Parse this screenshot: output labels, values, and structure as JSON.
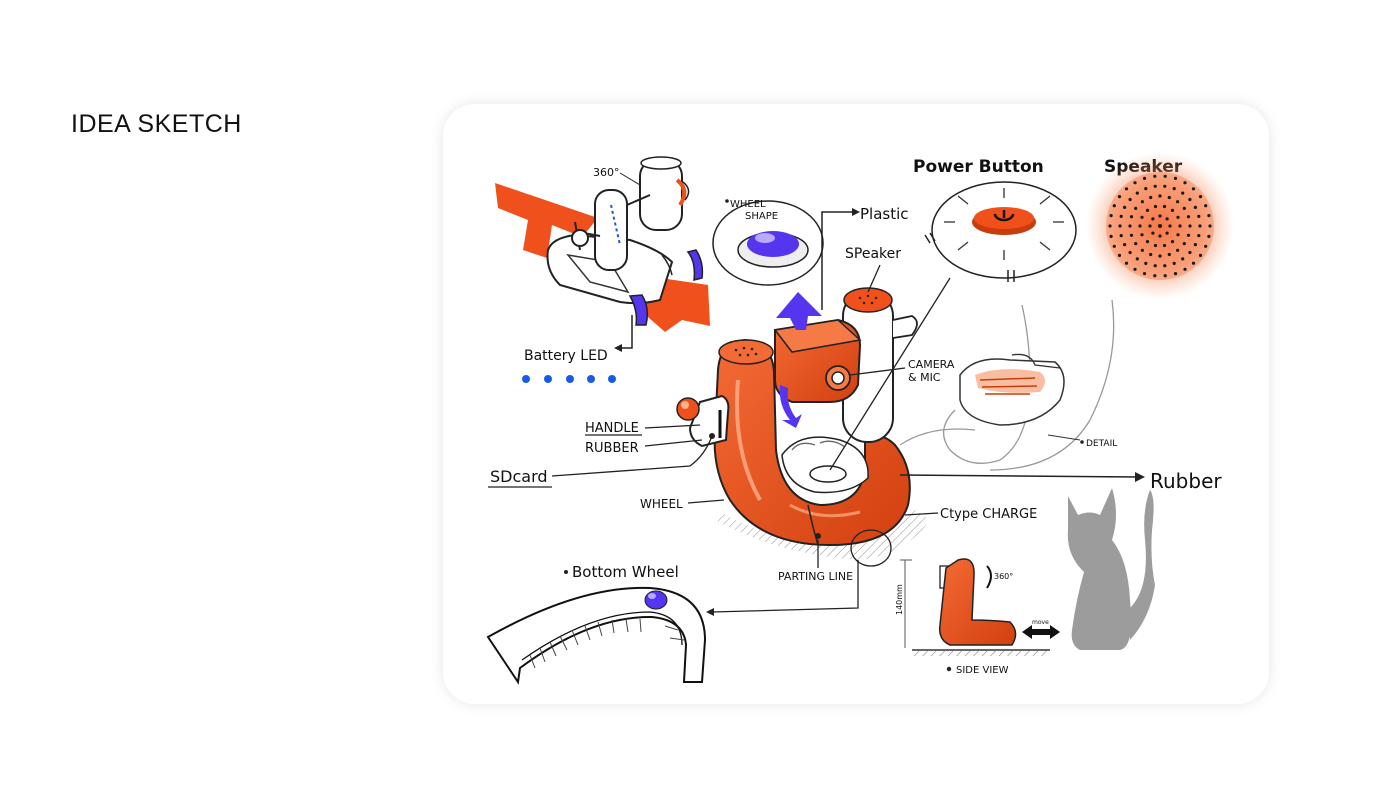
{
  "page": {
    "title": "IDEA SKETCH"
  },
  "labels": {
    "deg_360_top": "360°",
    "wheel_shape_1": "WHEEL",
    "wheel_shape_2": "SHAPE",
    "plastic": "Plastic",
    "power_button": "Power Button",
    "speaker_title": "Speaker",
    "speaker_small": "SPeaker",
    "battery_led": "Battery LED",
    "camera_1": "CAMERA",
    "camera_2": "& MIC",
    "handle": "HANDLE",
    "rubber_small": "RUBBER",
    "sdcard": "SDcard",
    "detail": "DETAIL",
    "rubber_big": "Rubber",
    "wheel": "WHEEL",
    "ctype": "Ctype CHARGE",
    "parting_line": "PARTING LINE",
    "bottom_wheel": "Bottom Wheel",
    "deg_360_side": "360°",
    "height_mm": "140mm",
    "move": "move",
    "side_view": "SIDE VIEW"
  },
  "colors": {
    "orange": "#f0511c",
    "orange_dark": "#c93d0c",
    "violet": "#5535ee",
    "blue_led": "#1a5ae8",
    "cat_grey": "#9c9c9c",
    "ink": "#111111"
  },
  "icons": [
    "power-icon",
    "arrow-icon",
    "cat-silhouette",
    "speaker-grille"
  ]
}
